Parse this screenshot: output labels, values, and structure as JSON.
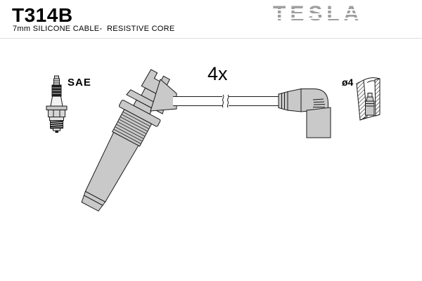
{
  "header": {
    "part_number": "T314B",
    "subtitle": "7mm SILICONE CABLE-  RESISTIVE CORE",
    "brand": "TESLA"
  },
  "diagram": {
    "quantity_label": "4x",
    "spark_plug_label": "SAE",
    "terminal_diameter_label": "ø4",
    "icons": {
      "spark_plug": "spark-plug-icon",
      "coil_boot": "coil-boot-icon",
      "cable": "ignition-cable",
      "cable_break": "cable-break-mark",
      "elbow_boot": "elbow-boot-icon",
      "terminal_cross_section": "terminal-cross-section-icon"
    },
    "colors": {
      "part_fill": "#c9c9c9",
      "outline": "#1a1a1a",
      "brand_gray": "#9e9e9e",
      "separator": "#dddddd",
      "text": "#000000"
    }
  }
}
